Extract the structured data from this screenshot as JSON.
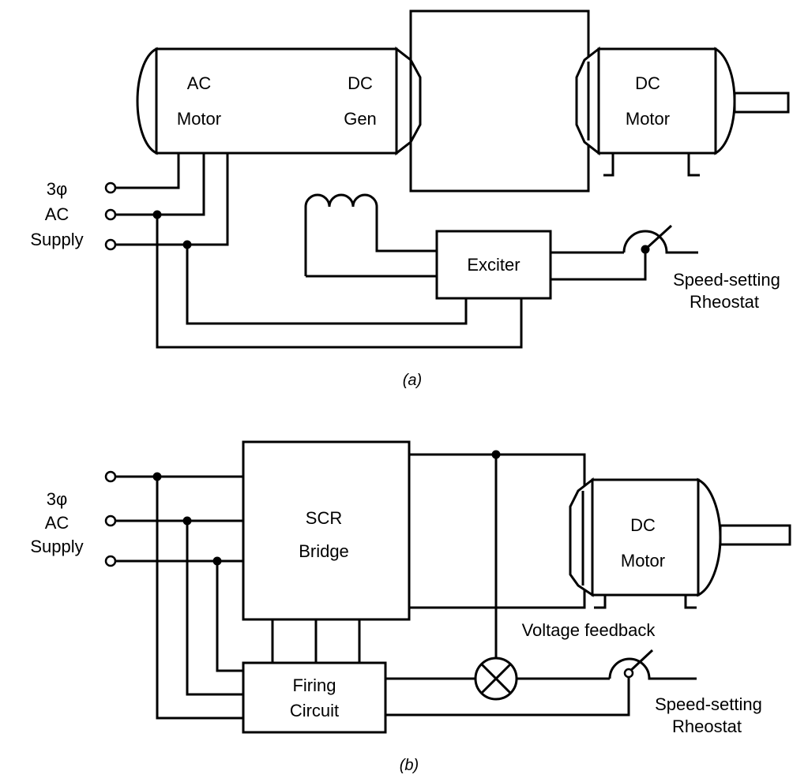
{
  "panel_a": {
    "caption": "(a)",
    "ac_motor": [
      "AC",
      "Motor"
    ],
    "dc_gen": [
      "DC",
      "Gen"
    ],
    "dc_motor": [
      "DC",
      "Motor"
    ],
    "supply": [
      "3φ",
      "AC",
      "Supply"
    ],
    "exciter": "Exciter",
    "rheostat": [
      "Speed-setting",
      "Rheostat"
    ]
  },
  "panel_b": {
    "caption": "(b)",
    "supply": [
      "3φ",
      "AC",
      "Supply"
    ],
    "scr_bridge": [
      "SCR",
      "Bridge"
    ],
    "dc_motor": [
      "DC",
      "Motor"
    ],
    "firing_circuit": [
      "Firing",
      "Circuit"
    ],
    "voltage_feedback": "Voltage feedback",
    "rheostat": [
      "Speed-setting",
      "Rheostat"
    ]
  }
}
